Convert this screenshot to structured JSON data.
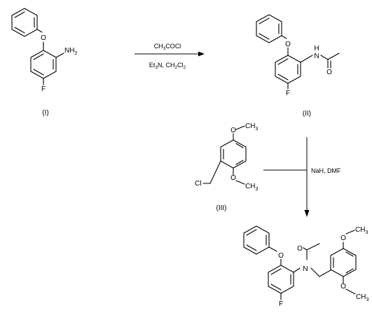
{
  "compounds": {
    "c1": {
      "label": "(I)",
      "atoms": {
        "o": "O",
        "nh2": "NH",
        "nh2_sub": "2",
        "f": "F"
      }
    },
    "c2": {
      "label": "(II)",
      "atoms": {
        "o": "O",
        "nh": "H",
        "n": "N",
        "oc": "O",
        "f": "F"
      }
    },
    "c3": {
      "label": "(III)",
      "atoms": {
        "cl": "Cl",
        "o_top": "O",
        "ch3_top": "CH",
        "ch3_top_sub": "3",
        "o_bot": "O",
        "ch3_bot": "CH",
        "ch3_bot_sub": "3"
      }
    },
    "c4": {
      "atoms": {
        "o_ph": "O",
        "oc": "O",
        "n": "N",
        "f": "F",
        "o_top": "O",
        "ch3_top": "CH",
        "ch3_top_sub": "3",
        "o_bot": "O",
        "ch3_bot": "CH",
        "ch3_bot_sub": "3"
      }
    }
  },
  "steps": {
    "step1": {
      "above": {
        "a": "CH",
        "a_sub": "3",
        "b": "COCl"
      },
      "below": {
        "a": "Et",
        "a_sub": "3",
        "b": "N, CH",
        "b_sub": "2",
        "c": "Cl",
        "c_sub": "2"
      }
    },
    "step2": {
      "conditions": "NaH, DMF"
    }
  }
}
